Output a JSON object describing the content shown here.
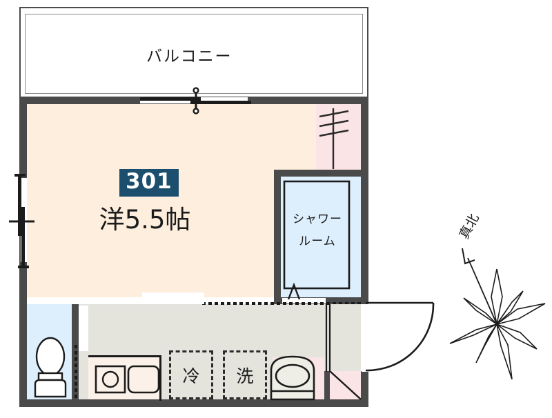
{
  "plan": {
    "unit_number": "301",
    "balcony_label": "バルコニー",
    "main_room_label": "洋5.5帖",
    "shower_room_label_line1": "シャワー",
    "shower_room_label_line2": "ルーム",
    "refrigerator_label": "冷",
    "washer_label": "洗",
    "compass_label": "真北"
  },
  "colors": {
    "wall": "#4a4a4a",
    "main_room": "#fdeedd",
    "hallway": "#e4e4dd",
    "closet": "#fbe4e6",
    "shower": "#ddeefc",
    "toilet": "#ddeefc",
    "kitchen": "#fbf1e9",
    "badge": "#1c4e6e",
    "badge_text": "#ffffff",
    "line": "#2b2b2b",
    "background": "#ffffff"
  }
}
